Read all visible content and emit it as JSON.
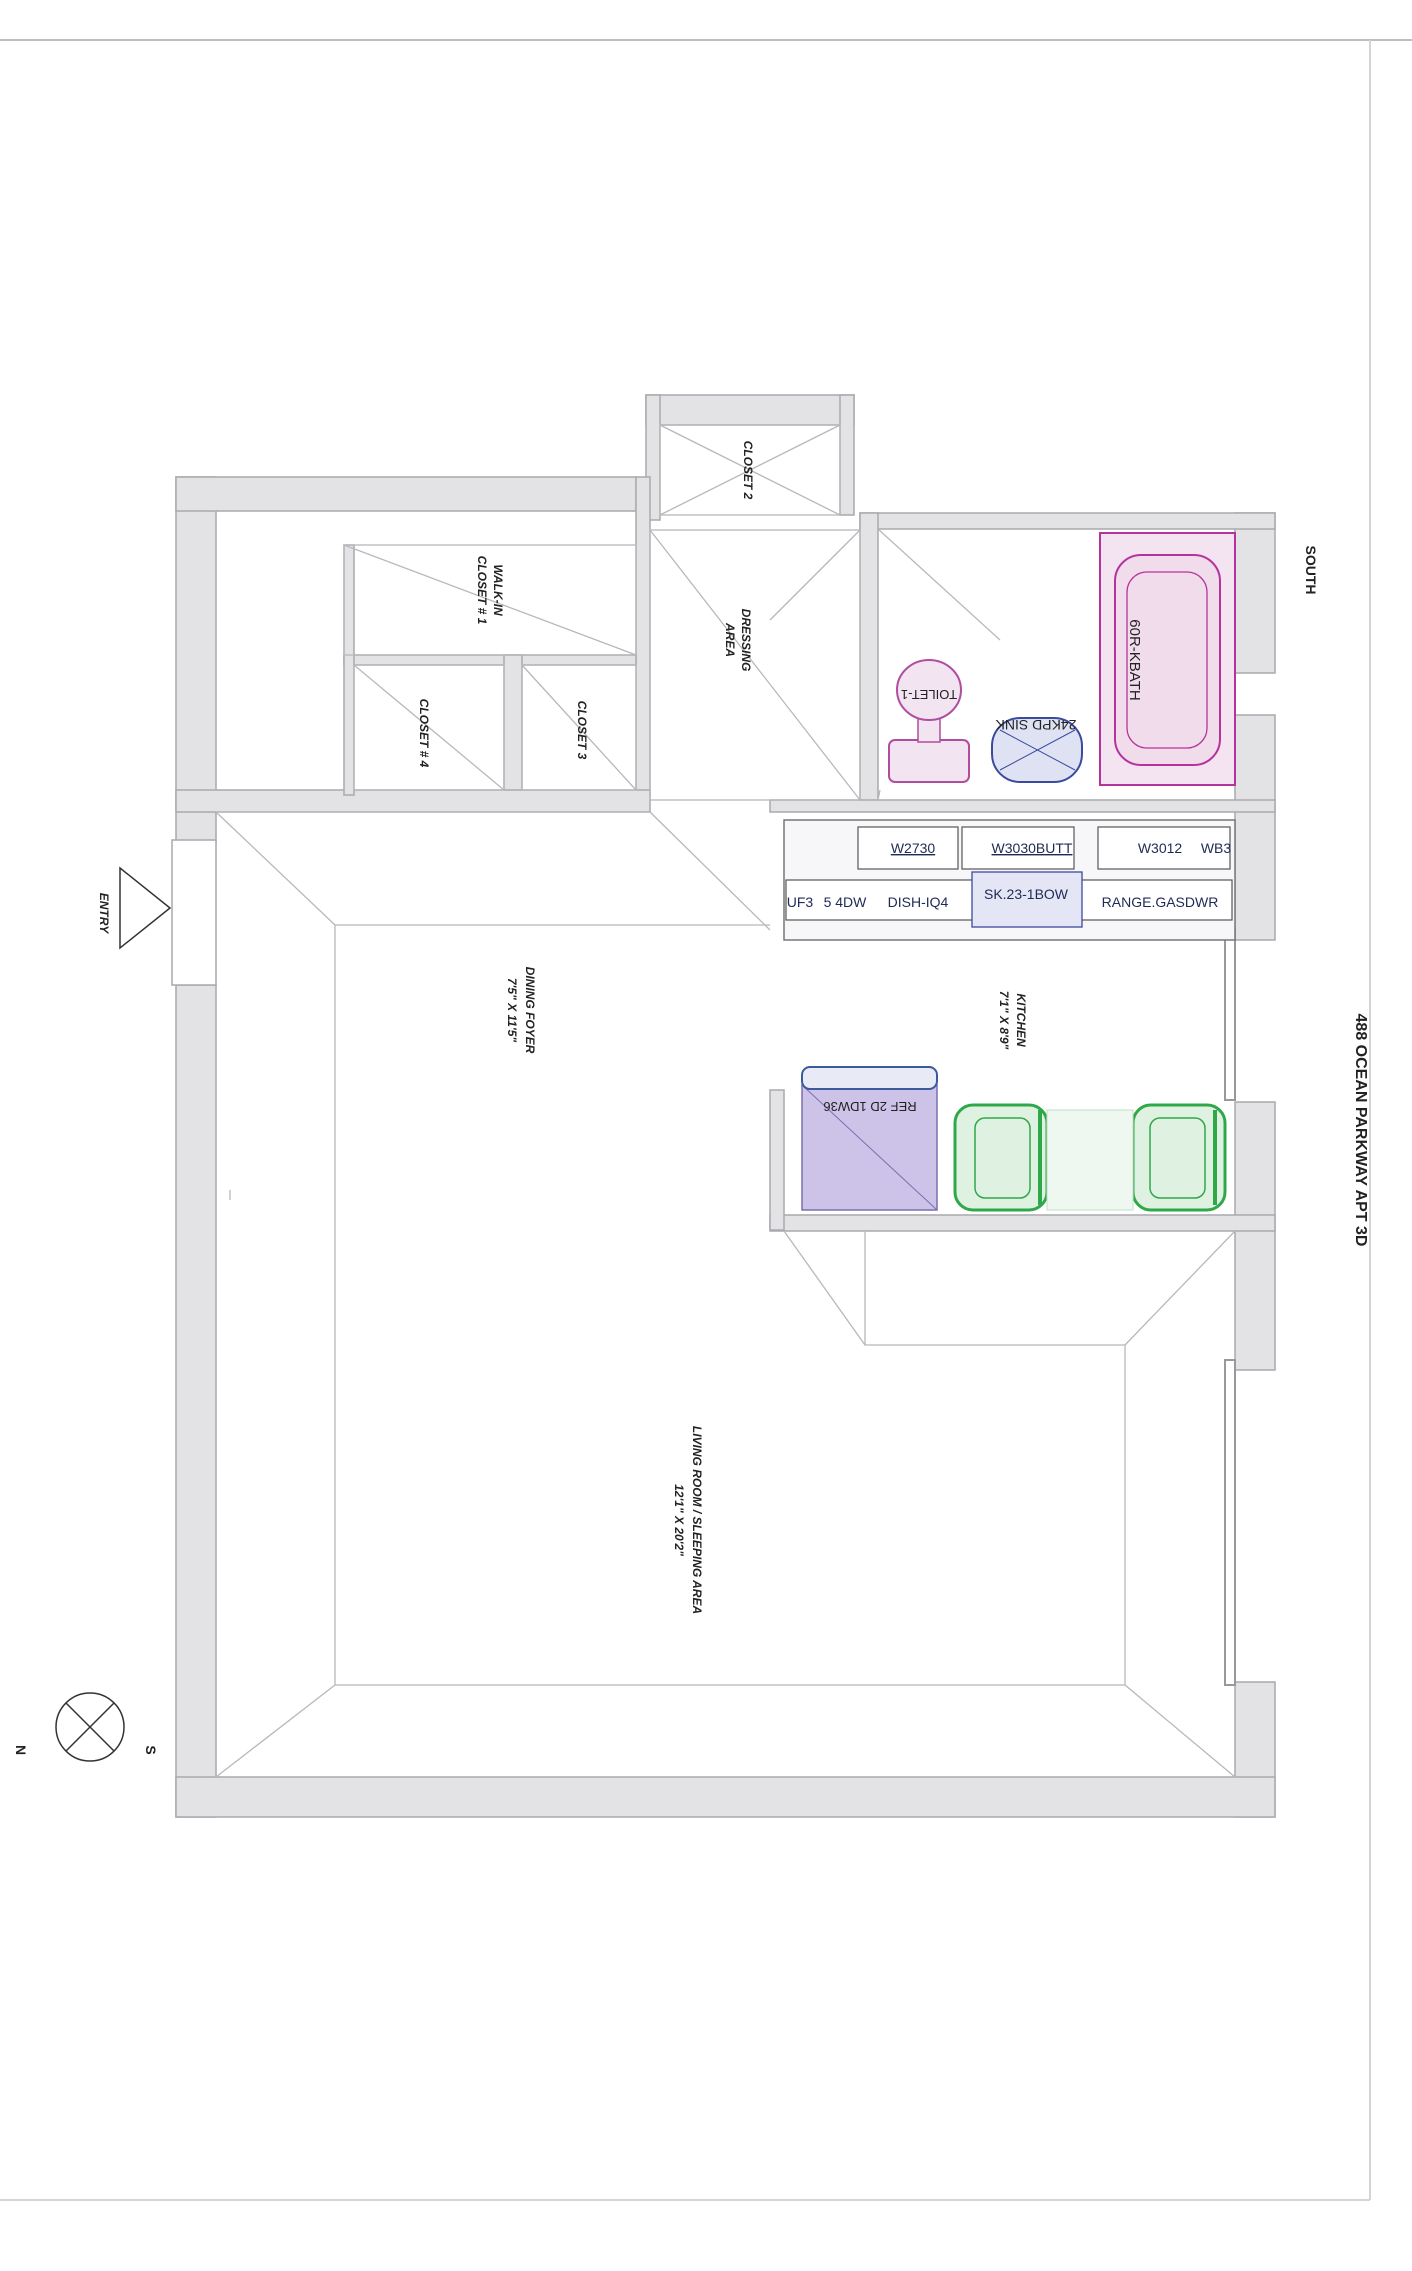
{
  "title": "488 OCEAN PARKWAY APT 3D",
  "compass": {
    "south": "SOUTH",
    "s": "S",
    "n": "N"
  },
  "entry": "ENTRY",
  "rooms": {
    "closet2": "CLOSET 2",
    "walkin_line1": "WALK-IN",
    "walkin_line2": "CLOSET # 1",
    "dressing_line1": "DRESSING",
    "dressing_line2": "AREA",
    "closet4": "CLOSET # 4",
    "closet3": "CLOSET 3",
    "dining_name": "DINING FOYER",
    "dining_dims": "7'5\" X 11'5\"",
    "kitchen_name": "KITCHEN",
    "kitchen_dims": "7'1\" X 8'9\"",
    "living_name": "LIVING ROOM / SLEEPING AREA",
    "living_dims": "12'1\" X 20'2\""
  },
  "fixtures": {
    "bath": "60R-KBATH",
    "toilet": "TOILET-1",
    "sink": "24KPD SINK",
    "fridge": "REF 2D 1DW36"
  },
  "cabinets": {
    "upper": [
      "W2730",
      "W3030BUTT",
      "W3012",
      "WB3"
    ],
    "lower": [
      "UF3",
      "5 4DW",
      "DISH-IQ4",
      "SK.23-1BOW",
      "RANGE.GASDWR"
    ]
  },
  "colors": {
    "wall": "#e3e3e6",
    "wall_stroke": "#a9a9ae",
    "bath_fixture": "#b6339c",
    "bath_fill": "#f1dcec",
    "toilet": "#b04d9e",
    "sink": "#3a4aa0",
    "fridge_fill": "#cdc3e8",
    "fridge_top": "#3b5a9c",
    "chair": "#2fa84a",
    "chair_fill": "#dff2e2",
    "cabinet_text": "#1f2a55"
  }
}
